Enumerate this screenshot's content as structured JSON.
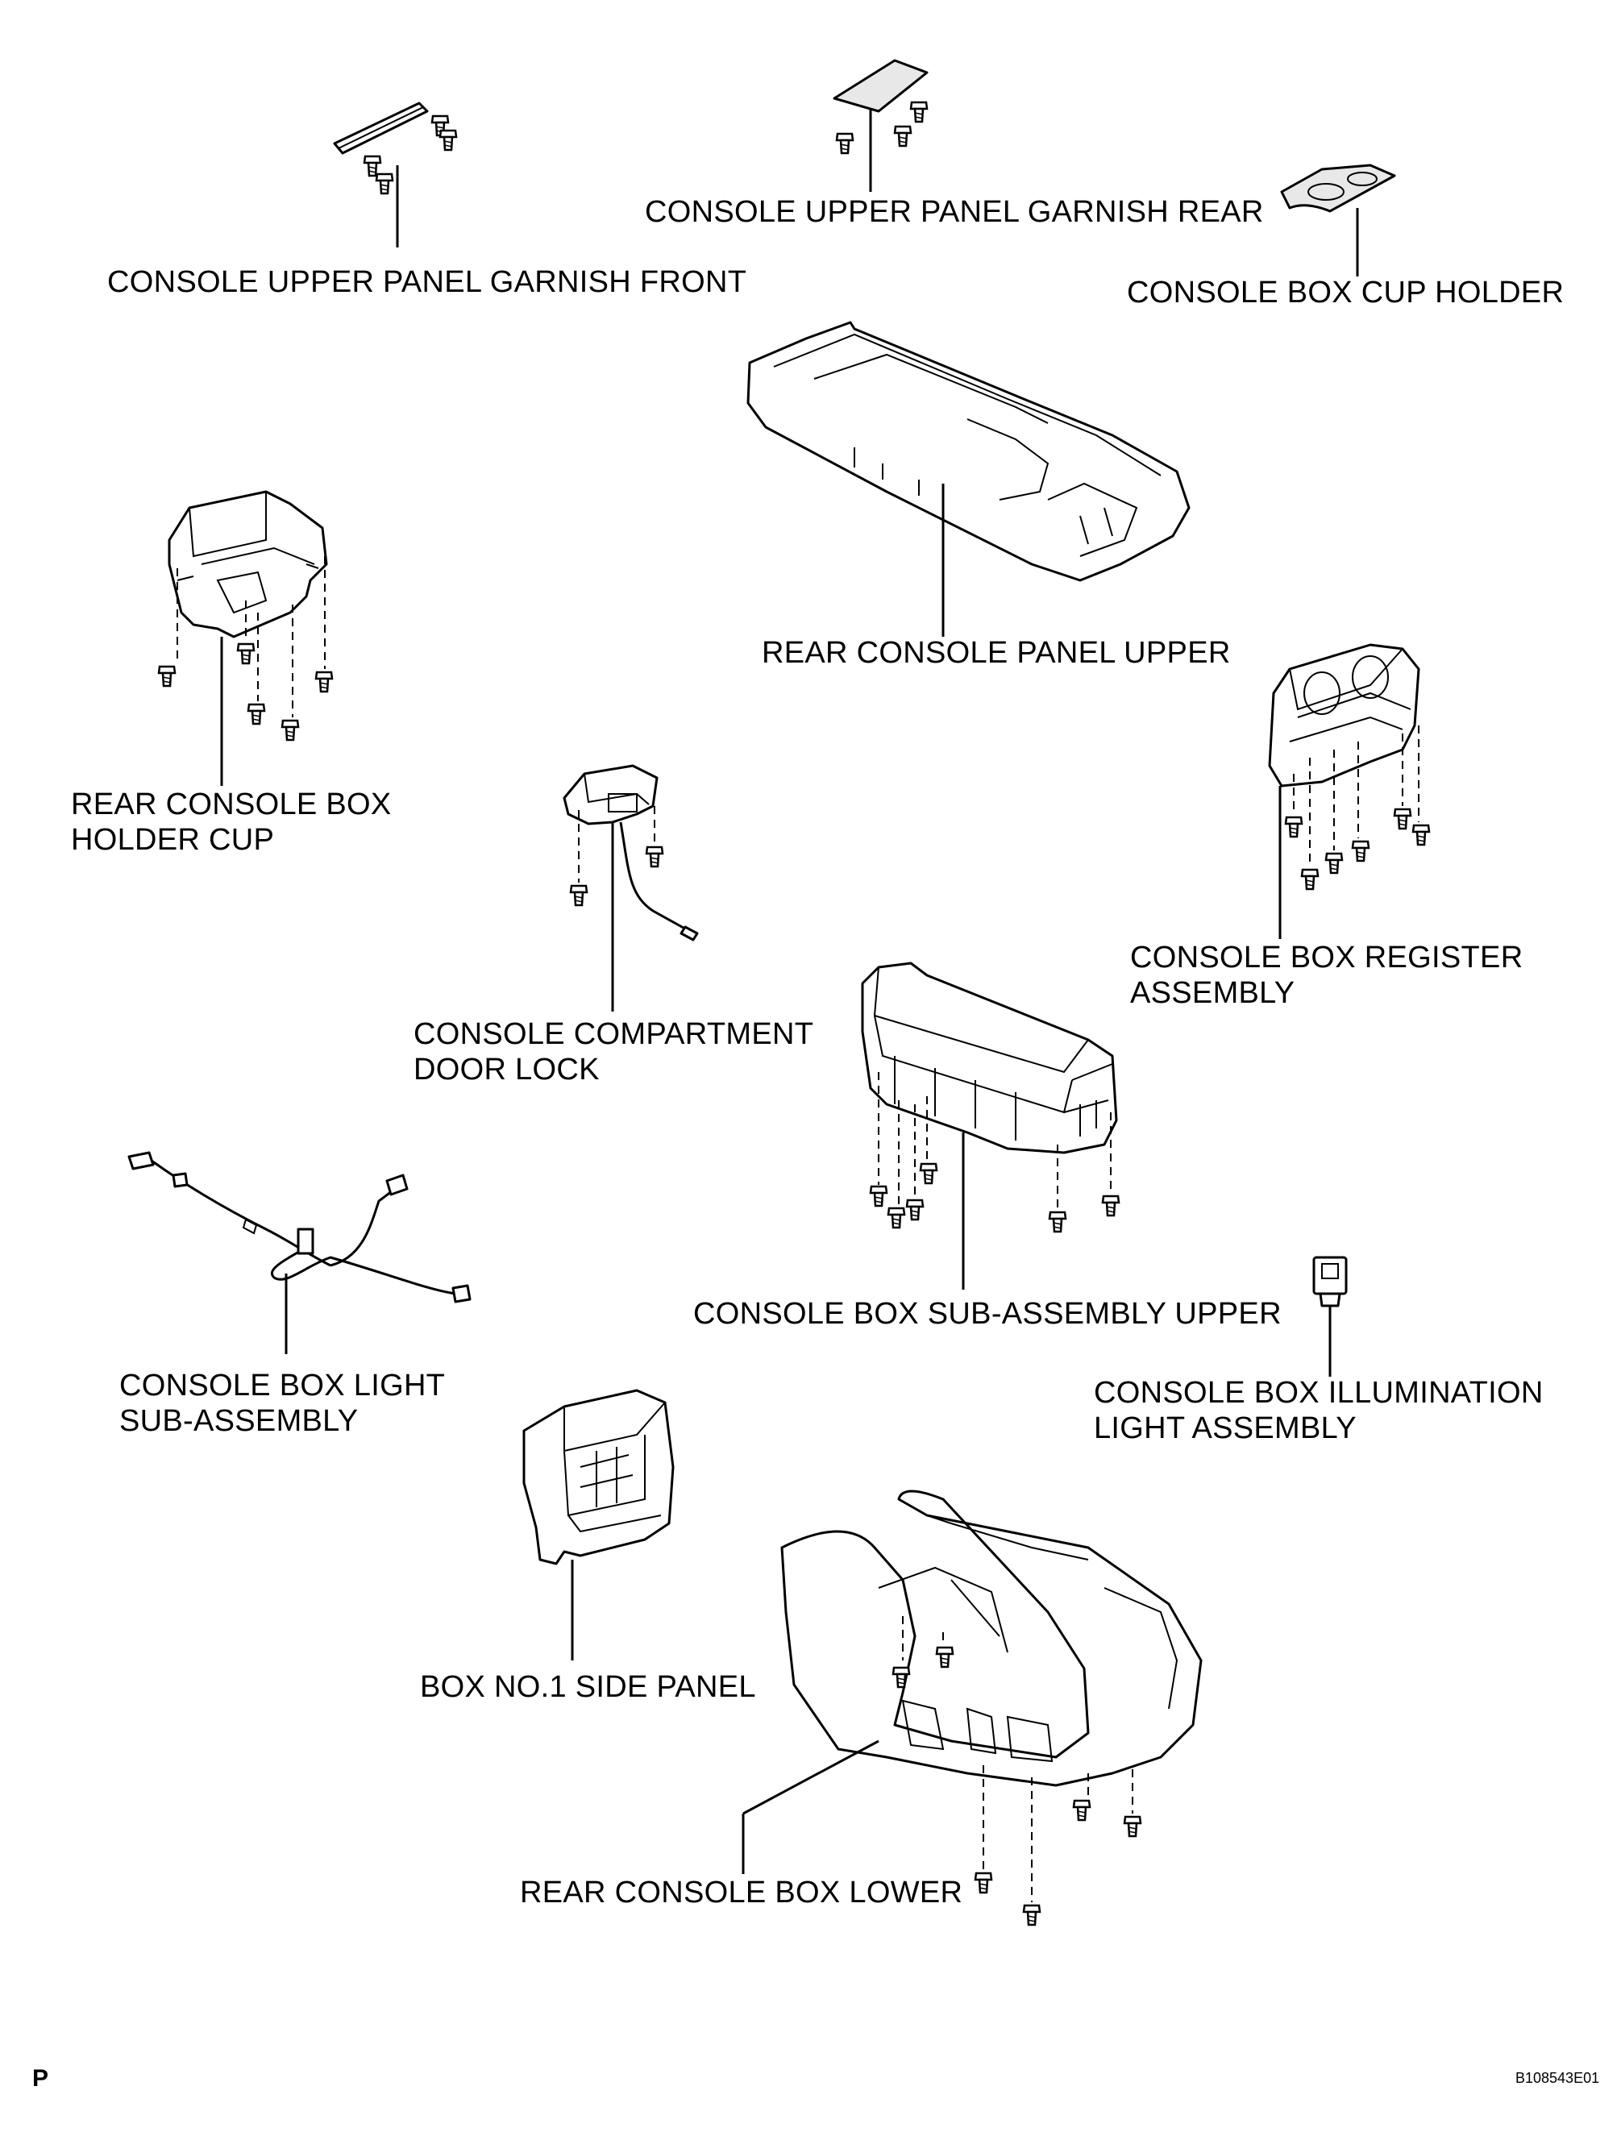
{
  "labels": {
    "garnish_front": "CONSOLE UPPER PANEL GARNISH FRONT",
    "garnish_rear": "CONSOLE UPPER PANEL GARNISH REAR",
    "cup_holder": "CONSOLE BOX CUP HOLDER",
    "panel_upper": "REAR CONSOLE PANEL UPPER",
    "holder_cup_line1": "REAR CONSOLE BOX",
    "holder_cup_line2": "HOLDER CUP",
    "register_line1": "CONSOLE BOX REGISTER",
    "register_line2": "ASSEMBLY",
    "door_lock_line1": "CONSOLE COMPARTMENT",
    "door_lock_line2": "DOOR LOCK",
    "light_line1": "CONSOLE BOX LIGHT",
    "light_line2": "SUB-ASSEMBLY",
    "sub_upper": "CONSOLE BOX SUB-ASSEMBLY UPPER",
    "illum_line1": "CONSOLE BOX ILLUMINATION",
    "illum_line2": "LIGHT ASSEMBLY",
    "side_panel": "BOX NO.1 SIDE PANEL",
    "box_lower": "REAR CONSOLE BOX LOWER"
  },
  "corner_left": "P",
  "corner_right": "B108543E01"
}
